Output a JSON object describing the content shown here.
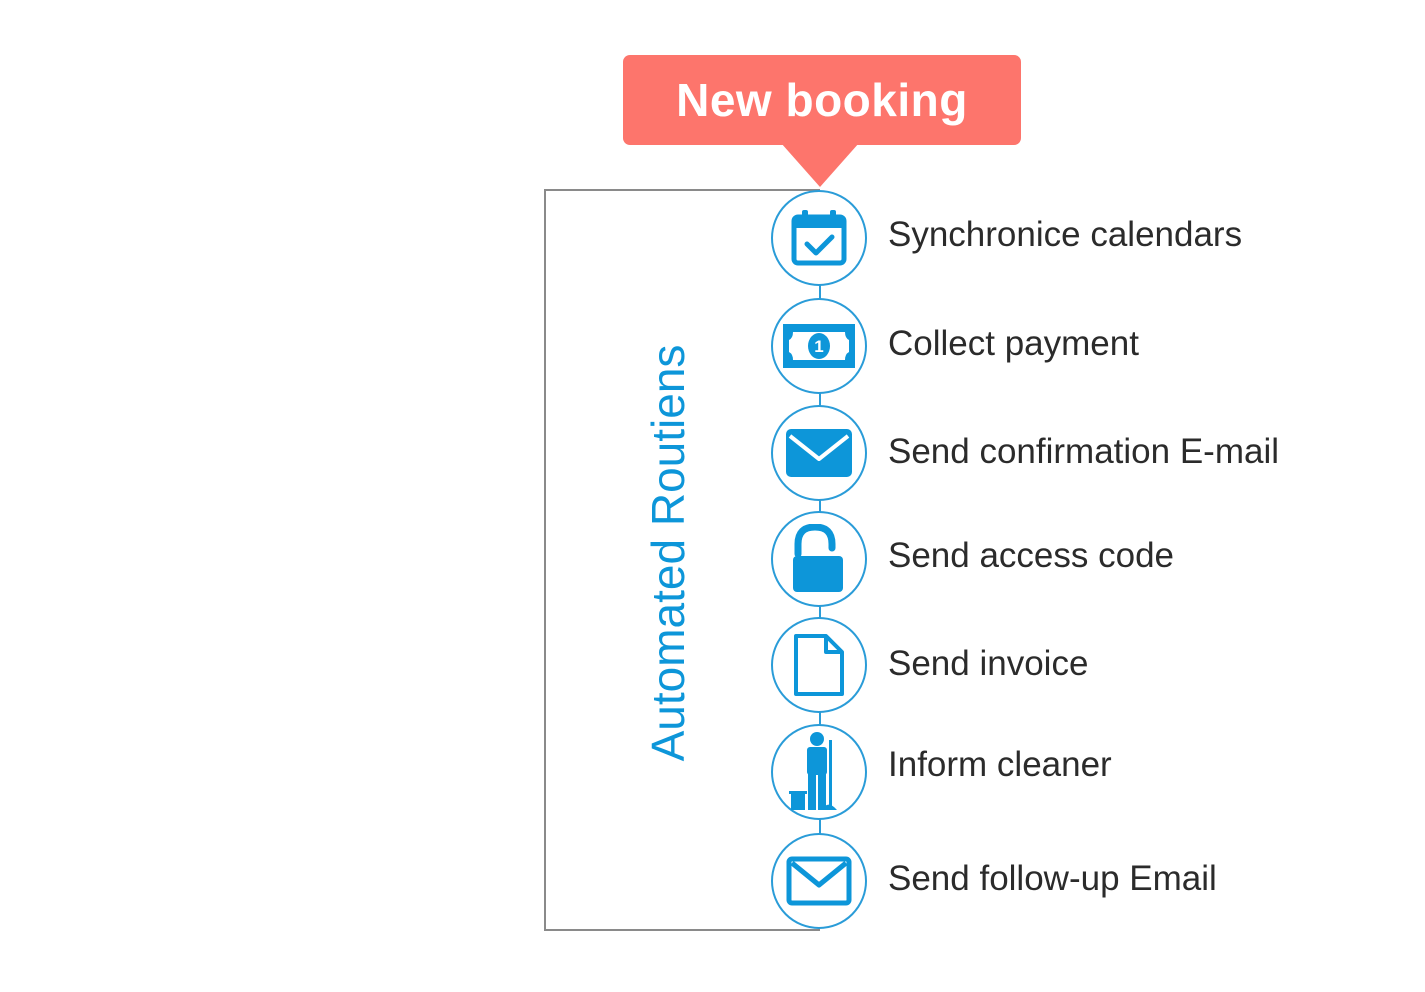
{
  "colors": {
    "callout": "#fd756c",
    "accent": "#0d96d9",
    "connector": "#2a9cd8",
    "text": "#2b2b2b",
    "bracket": "#8a8a8a"
  },
  "callout": {
    "label": "New booking"
  },
  "group": {
    "label": "Automated Routiens"
  },
  "steps": [
    {
      "label": "Synchronice calendars",
      "icon": "calendar-check-icon"
    },
    {
      "label": "Collect payment",
      "icon": "banknote-icon"
    },
    {
      "label": "Send confirmation E-mail",
      "icon": "envelope-icon"
    },
    {
      "label": "Send access code",
      "icon": "unlocked-padlock-icon"
    },
    {
      "label": "Send invoice",
      "icon": "document-icon"
    },
    {
      "label": "Inform cleaner",
      "icon": "cleaner-icon"
    },
    {
      "label": "Send follow-up Email",
      "icon": "envelope-outline-icon"
    }
  ]
}
